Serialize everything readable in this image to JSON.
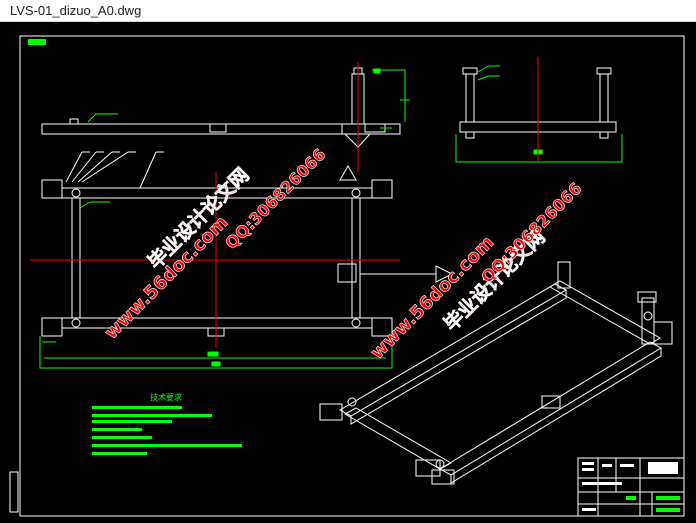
{
  "window": {
    "title": "LVS-01_dizuo_A0.dwg"
  },
  "watermarks": {
    "site_left": "www.56doc.com",
    "name_left": "毕业设计论文网",
    "qq_left": "QQ:306826066",
    "site_right": "www.56doc.com",
    "name_right": "毕业设计论文网",
    "qq_right": "QQ:306826066"
  },
  "tech_notes": {
    "heading": "技术要求"
  },
  "colors": {
    "background": "#000000",
    "geometry": "#ffffff",
    "dimension": "#00ff00",
    "centerline": "#ff0000",
    "watermark_red": "#ff0000",
    "watermark_white": "#ffffff"
  }
}
